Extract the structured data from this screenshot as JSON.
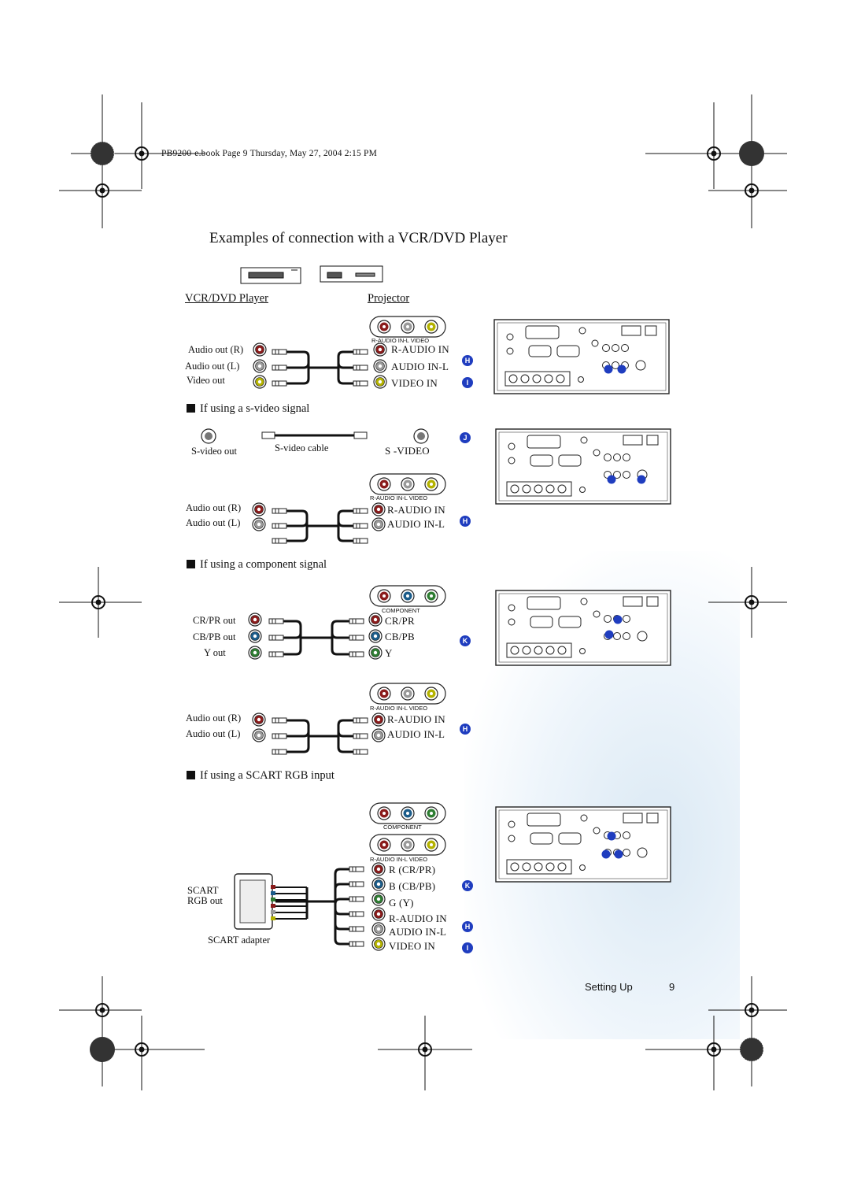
{
  "header": {
    "file_info": "PB9200-e.book  Page 9  Thursday, May 27, 2004  2:15 PM"
  },
  "title": "Examples of connection with a VCR/DVD Player",
  "columns": {
    "left": "VCR/DVD Player",
    "right": "Projector"
  },
  "sections": {
    "svideo": "If using a s-video signal",
    "component": "If using a component signal",
    "scart": "If using a SCART RGB input"
  },
  "panel_label_audio_video": "R-AUDIO IN-L VIDEO",
  "panel_label_component": "COMPONENT",
  "block1": {
    "left": [
      "Audio out (R)",
      "Audio out (L)",
      "Video out"
    ],
    "right": [
      "R-AUDIO IN",
      "AUDIO IN-L",
      "VIDEO IN"
    ],
    "badges": [
      "H",
      "I"
    ]
  },
  "svideo": {
    "out_label": "S-video out",
    "cable_label": "S-video cable",
    "in_label": "S -VIDEO",
    "badge": "J",
    "left": [
      "Audio out (R)",
      "Audio out (L)"
    ],
    "right": [
      "R-AUDIO IN",
      "AUDIO IN-L"
    ],
    "audio_badge": "H"
  },
  "component": {
    "left": [
      "CR/PR out",
      "CB/PB out",
      "Y out"
    ],
    "right": [
      "CR/PR",
      "CB/PB",
      "Y"
    ],
    "badge": "K",
    "audio_left": [
      "Audio out (R)",
      "Audio out (L)"
    ],
    "audio_right": [
      "R-AUDIO IN",
      "AUDIO IN-L"
    ],
    "audio_badge": "H"
  },
  "scart": {
    "left_label_1": "SCART",
    "left_label_2": "RGB out",
    "adapter_label": "SCART adapter",
    "right": [
      "R (CR/PR)",
      "B (CB/PB)",
      "G (Y)",
      "R-AUDIO IN",
      "AUDIO IN-L",
      "VIDEO IN"
    ],
    "badges": [
      "K",
      "H",
      "I"
    ]
  },
  "footer": {
    "section": "Setting Up",
    "page": "9"
  },
  "colors": {
    "badge": "#1f3dbf",
    "red_jack": "#8a1b1b",
    "white_jack": "#9a9a9a",
    "yellow_jack": "#b4b200",
    "green_jack": "#2e7d32",
    "blue_jack": "#1b5c8a"
  },
  "icons": [
    "registration-mark-icon",
    "starburst-icon",
    "vcr-icon",
    "dvd-player-icon",
    "rca-jack-icon",
    "rca-plug-icon",
    "s-video-jack-icon",
    "scart-adapter-icon",
    "projector-rear-panel-icon"
  ]
}
